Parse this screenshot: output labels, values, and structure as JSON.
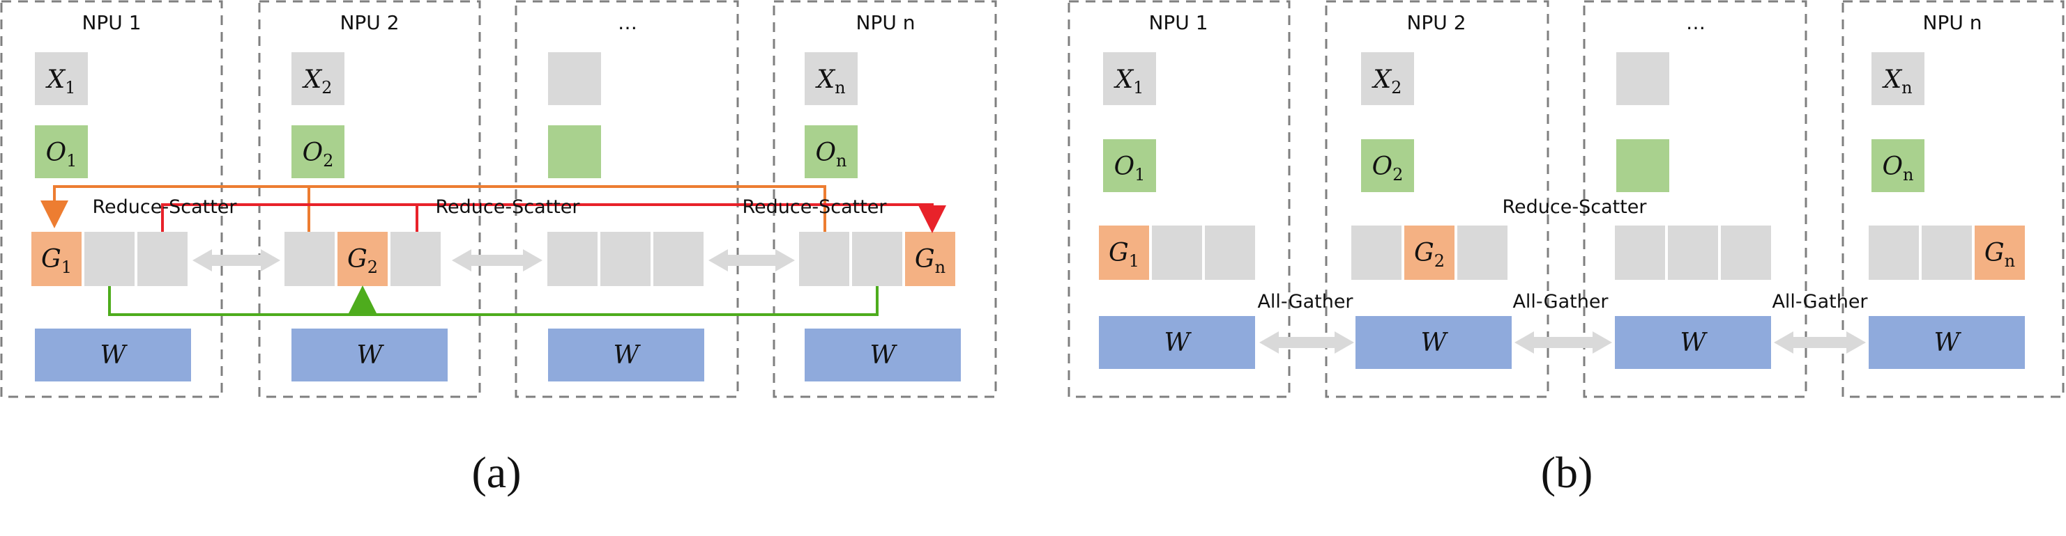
{
  "panel_a": {
    "label": "(a)",
    "npus": [
      {
        "title": "NPU 1",
        "x_var": "X",
        "x_sub": "1",
        "o_var": "O",
        "o_sub": "1",
        "g_var": "G",
        "g_sub": "1"
      },
      {
        "title": "NPU 2",
        "x_var": "X",
        "x_sub": "2",
        "o_var": "O",
        "o_sub": "2",
        "g_var": "G",
        "g_sub": "2"
      },
      {
        "title": "…",
        "x_var": "",
        "x_sub": "",
        "o_var": "",
        "o_sub": "",
        "g_var": "",
        "g_sub": ""
      },
      {
        "title": "NPU n",
        "x_var": "X",
        "x_sub": "n",
        "o_var": "O",
        "o_sub": "n",
        "g_var": "G",
        "g_sub": "n"
      }
    ],
    "weight_label": "W",
    "reduce_scatter_labels": [
      "Reduce-Scatter",
      "Reduce-Scatter",
      "Reduce-Scatter"
    ]
  },
  "panel_b": {
    "label": "(b)",
    "npus": [
      {
        "title": "NPU 1",
        "x_var": "X",
        "x_sub": "1",
        "o_var": "O",
        "o_sub": "1",
        "g_var": "G",
        "g_sub": "1"
      },
      {
        "title": "NPU 2",
        "x_var": "X",
        "x_sub": "2",
        "o_var": "O",
        "o_sub": "2",
        "g_var": "G",
        "g_sub": "2"
      },
      {
        "title": "…",
        "x_var": "",
        "x_sub": "",
        "o_var": "",
        "o_sub": "",
        "g_var": "",
        "g_sub": ""
      },
      {
        "title": "NPU n",
        "x_var": "X",
        "x_sub": "n",
        "o_var": "O",
        "o_sub": "n",
        "g_var": "G",
        "g_sub": "n"
      }
    ],
    "weight_label": "W",
    "reduce_scatter_label": "Reduce-Scatter",
    "all_gather_labels": [
      "All-Gather",
      "All-Gather",
      "All-Gather"
    ]
  },
  "colors": {
    "input_block": "#d9d9d9",
    "output_block": "#a9d18e",
    "gradient_block": "#f4b183",
    "weight_block": "#8faadc",
    "box_border": "#7f7f7f",
    "arrow_gray": "#d9d9d9",
    "orange_arrow": "#ed7d31",
    "red_arrow": "#e8222a",
    "green_arrow": "#4eac1d"
  }
}
